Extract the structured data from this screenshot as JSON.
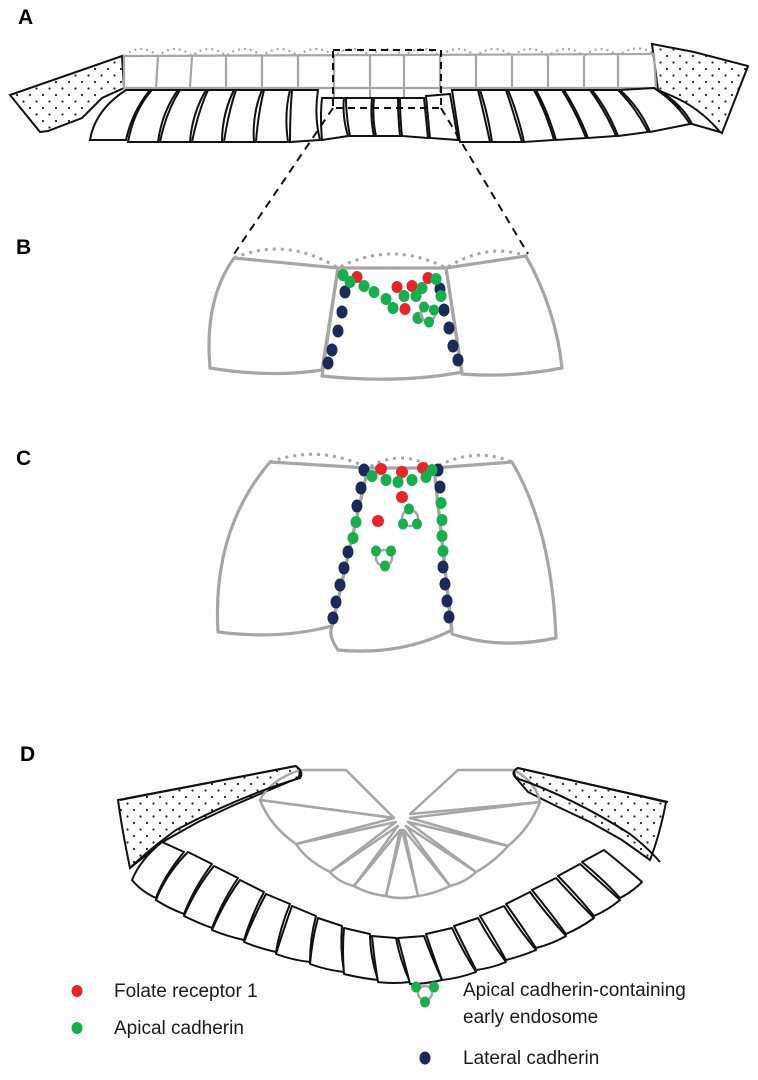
{
  "panels": {
    "a": "A",
    "b": "B",
    "c": "C",
    "d": "D"
  },
  "legend": {
    "folate_receptor": "Folate receptor 1",
    "apical_cadherin": "Apical cadherin",
    "endosome_line1": "Apical cadherin-containing",
    "endosome_line2": "early endosome",
    "lateral_cadherin": "Lateral cadherin"
  },
  "colors": {
    "folate_receptor": "#e8242a",
    "apical_cadherin": "#15b04b",
    "lateral_cadherin": "#1c2a5a",
    "cell_outline_gray": "#a6a6a6",
    "outline_black": "#111111"
  }
}
